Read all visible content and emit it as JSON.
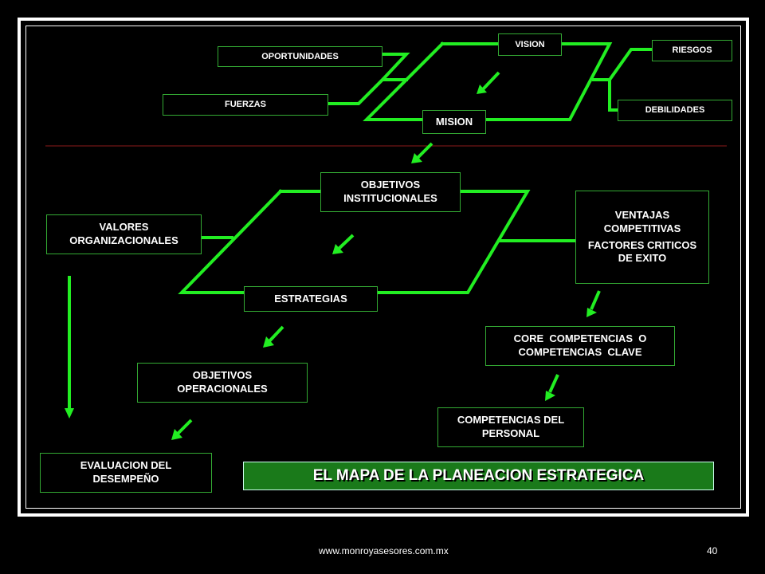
{
  "labels": {
    "vision": "VISION",
    "oportunidades": "OPORTUNIDADES",
    "riesgos": "RIESGOS",
    "fuerzas": "FUERZAS",
    "debilidades": "DEBILIDADES",
    "mision": "MISION",
    "objetivos_inst": "OBJETIVOS INSTITUCIONALES",
    "valores": "VALORES ORGANIZACIONALES",
    "ventajas": "VENTAJAS COMPETITIVAS",
    "factores": "FACTORES CRITICOS DE EXITO",
    "estrategias": "ESTRATEGIAS",
    "core": "CORE  COMPETENCIAS  O COMPETENCIAS  CLAVE",
    "objetivos_op": "OBJETIVOS OPERACIONALES",
    "competencias_personal": "COMPETENCIAS DEL PERSONAL",
    "evaluacion": "EVALUACION DEL DESEMPEÑO"
  },
  "title": "EL MAPA DE LA PLANEACION ESTRATEGICA",
  "footer": {
    "url": "www.monroyasesores.com.mx",
    "page": "40"
  },
  "colors": {
    "connector": "#22ee22",
    "divider": "#8b1a1a",
    "title_bg": "#1a7a1a"
  }
}
